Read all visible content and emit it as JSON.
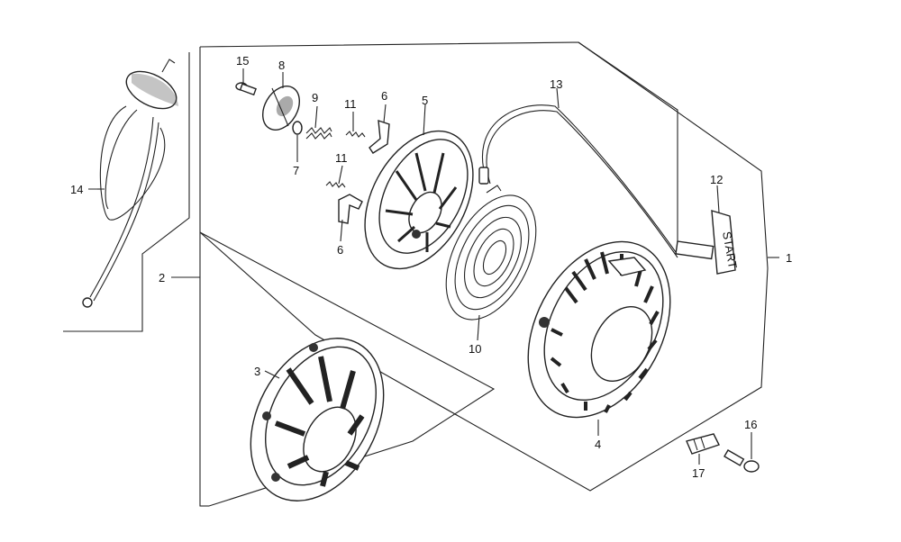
{
  "callouts": {
    "c1": "1",
    "c2": "2",
    "c3": "3",
    "c4": "4",
    "c5": "5",
    "c6a": "6",
    "c6b": "6",
    "c7": "7",
    "c8": "8",
    "c9": "9",
    "c10": "10",
    "c11a": "11",
    "c11b": "11",
    "c12": "12",
    "c13": "13",
    "c14": "14",
    "c15": "15",
    "c16": "16",
    "c17": "17"
  },
  "handle_text": "START"
}
